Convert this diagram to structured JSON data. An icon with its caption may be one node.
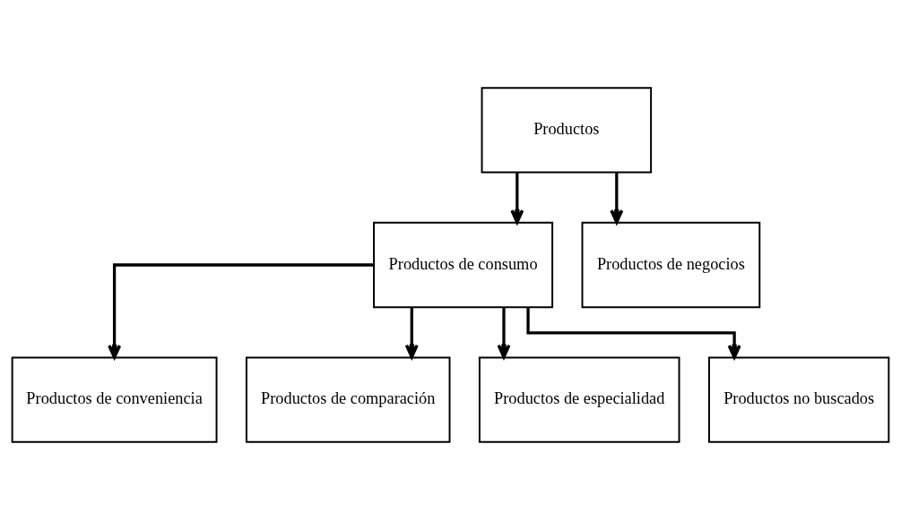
{
  "diagram": {
    "nodes": [
      {
        "text": [
          "Productos"
        ]
      },
      {
        "text": [
          "Productos de consumo"
        ]
      },
      {
        "text": [
          "Productos de negocios"
        ]
      },
      {
        "text": [
          "Productos de conveniencia"
        ]
      },
      {
        "text": [
          "Productos de comparación"
        ]
      },
      {
        "text": [
          "Productos de especialidad"
        ]
      },
      {
        "text": [
          "Productos no buscados"
        ]
      }
    ],
    "edges": [
      {
        "from": 0,
        "to": 1,
        "arrow": "to"
      },
      {
        "from": 0,
        "to": 2,
        "arrow": "to"
      },
      {
        "from": 1,
        "to": 3,
        "arrow": "to"
      },
      {
        "from": 1,
        "to": 4,
        "arrow": "to"
      },
      {
        "from": 1,
        "to": 5,
        "arrow": "to"
      },
      {
        "from": 1,
        "to": 6,
        "arrow": "to"
      }
    ]
  }
}
